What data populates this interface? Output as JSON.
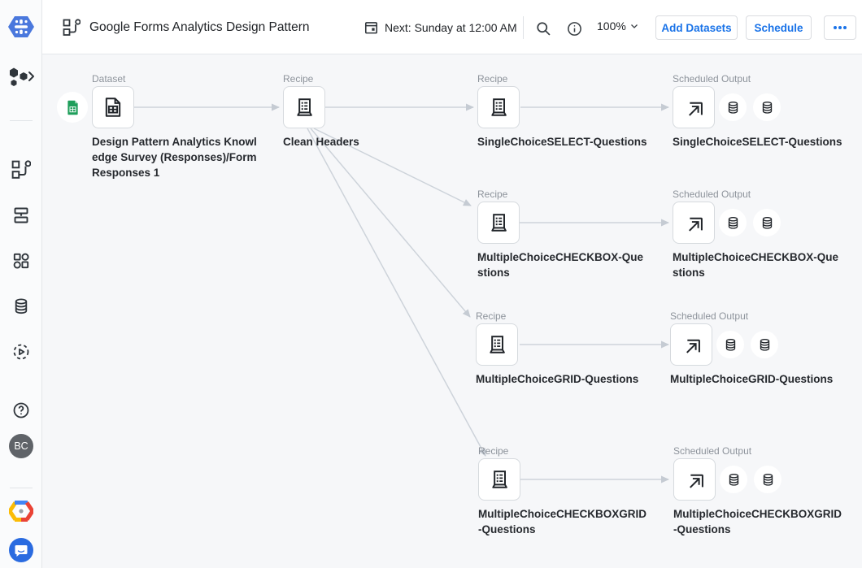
{
  "header": {
    "title": "Google Forms Analytics Design Pattern",
    "next_run": "Next: Sunday at 12:00 AM",
    "zoom": "100%",
    "add_datasets_label": "Add Datasets",
    "schedule_label": "Schedule",
    "icons": [
      "flow-icon",
      "calendar-icon",
      "search-icon",
      "info-icon",
      "chevron-down-icon",
      "more-options-icon"
    ]
  },
  "sidebar": {
    "avatar_initials": "BC",
    "items": [
      {
        "icon": "dataprep-logo-icon"
      },
      {
        "icon": "expand-panel-icon"
      },
      {
        "icon": "flows-icon"
      },
      {
        "icon": "plans-icon"
      },
      {
        "icon": "library-icon"
      },
      {
        "icon": "connections-database-icon"
      },
      {
        "icon": "job-history-icon"
      },
      {
        "icon": "help-icon"
      },
      {
        "icon": "user-avatar"
      },
      {
        "icon": "google-cloud-icon"
      },
      {
        "icon": "support-chat-icon"
      }
    ]
  },
  "flow": {
    "nodes": [
      {
        "id": "dataset-1",
        "type_label": "Dataset",
        "name": "Design Pattern Analytics Knowl\nedge Survey (Responses)/Form\nResponses 1"
      },
      {
        "id": "recipe-clean-headers",
        "type_label": "Recipe",
        "name": "Clean Headers"
      },
      {
        "id": "recipe-singlechoice",
        "type_label": "Recipe",
        "name": "SingleChoiceSELECT-Questions"
      },
      {
        "id": "output-singlechoice",
        "type_label": "Scheduled Output",
        "name": "SingleChoiceSELECT-Questions"
      },
      {
        "id": "recipe-checkbox",
        "type_label": "Recipe",
        "name": "MultipleChoiceCHECKBOX-Que\nstions"
      },
      {
        "id": "output-checkbox",
        "type_label": "Scheduled Output",
        "name": "MultipleChoiceCHECKBOX-Que\nstions"
      },
      {
        "id": "recipe-grid",
        "type_label": "Recipe",
        "name": "MultipleChoiceGRID-Questions"
      },
      {
        "id": "output-grid",
        "type_label": "Scheduled Output",
        "name": "MultipleChoiceGRID-Questions"
      },
      {
        "id": "recipe-checkboxgrid",
        "type_label": "Recipe",
        "name": "MultipleChoiceCHECKBOXGRID\n-Questions"
      },
      {
        "id": "output-checkboxgrid",
        "type_label": "Scheduled Output",
        "name": "MultipleChoiceCHECKBOXGRID\n-Questions"
      }
    ],
    "edges": [
      {
        "from": "dataset-1",
        "to": "recipe-clean-headers"
      },
      {
        "from": "recipe-clean-headers",
        "to": "recipe-singlechoice"
      },
      {
        "from": "recipe-singlechoice",
        "to": "output-singlechoice"
      },
      {
        "from": "recipe-clean-headers",
        "to": "recipe-checkbox"
      },
      {
        "from": "recipe-checkbox",
        "to": "output-checkbox"
      },
      {
        "from": "recipe-clean-headers",
        "to": "recipe-grid"
      },
      {
        "from": "recipe-grid",
        "to": "output-grid"
      },
      {
        "from": "recipe-clean-headers",
        "to": "recipe-checkboxgrid"
      },
      {
        "from": "recipe-checkboxgrid",
        "to": "output-checkboxgrid"
      }
    ]
  },
  "colors": {
    "accent_blue": "#1a73e8",
    "edge_gray": "#cbd1d8",
    "node_border": "#d6dade",
    "sheets_green": "#1e9e5a",
    "canvas_bg": "#f6f7f9"
  }
}
